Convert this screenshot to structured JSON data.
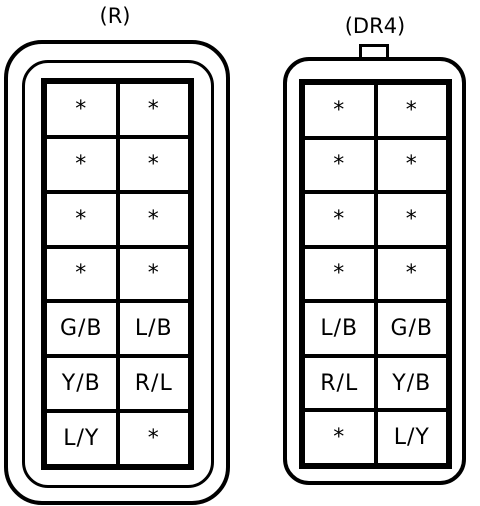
{
  "connectors": [
    {
      "label": "(R)",
      "pins": [
        "*",
        "*",
        "*",
        "*",
        "*",
        "*",
        "*",
        "*",
        "G/B",
        "L/B",
        "Y/B",
        "R/L",
        "L/Y",
        "*"
      ]
    },
    {
      "label": "(DR4)",
      "pins": [
        "*",
        "*",
        "*",
        "*",
        "*",
        "*",
        "*",
        "*",
        "L/B",
        "G/B",
        "R/L",
        "Y/B",
        "*",
        "L/Y"
      ]
    }
  ]
}
